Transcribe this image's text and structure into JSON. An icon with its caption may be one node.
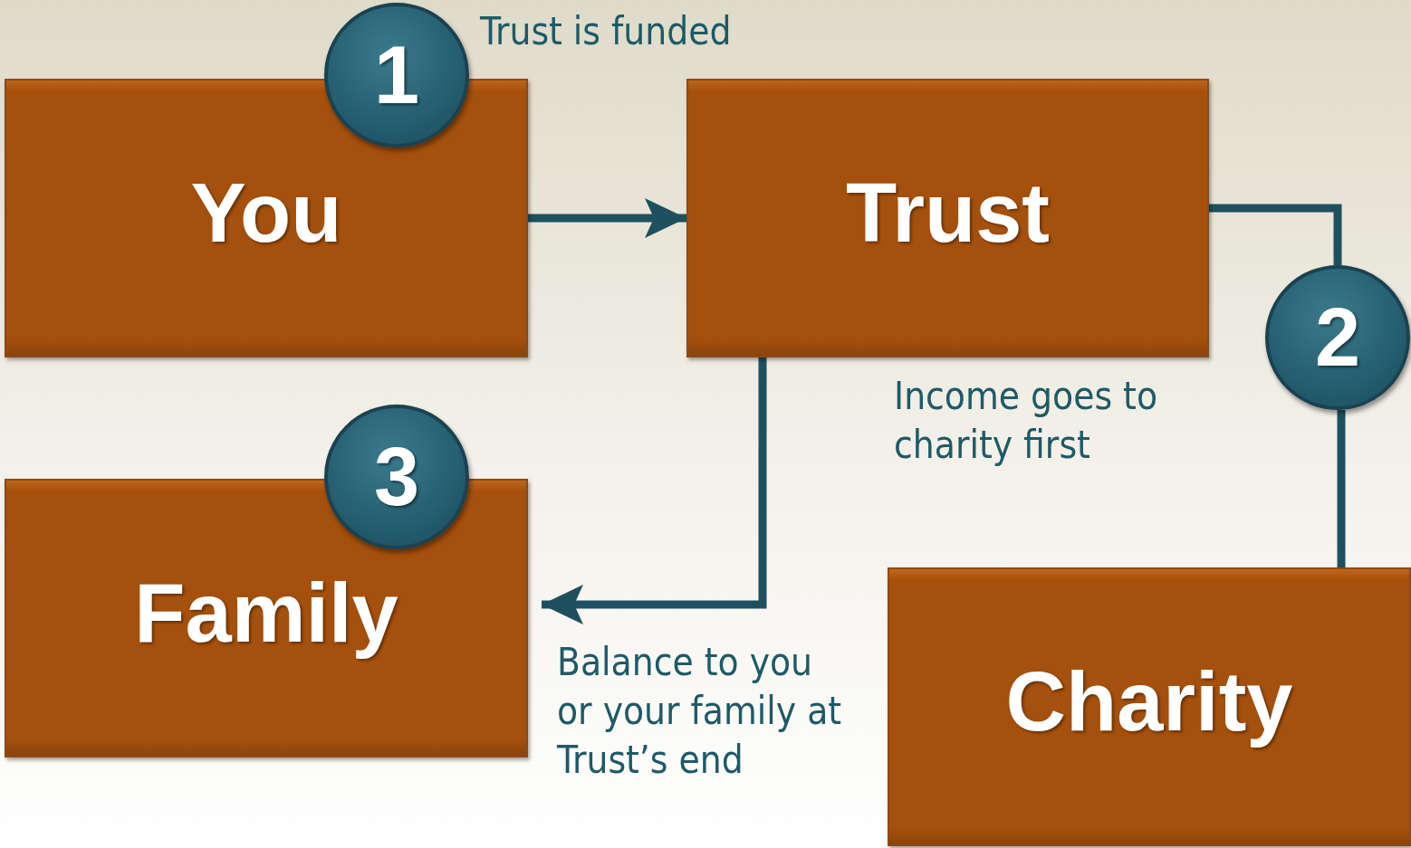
{
  "diagram": {
    "nodes": [
      {
        "text": [
          "You"
        ]
      },
      {
        "text": [
          "Trust"
        ]
      },
      {
        "text": [
          "Family"
        ]
      },
      {
        "text": [
          "Charity"
        ]
      },
      {
        "text": [
          "1"
        ]
      },
      {
        "text": [
          "2"
        ]
      },
      {
        "text": [
          "3"
        ]
      }
    ],
    "edges": [
      {
        "from": 0,
        "to": 1,
        "arrow": "to"
      },
      {
        "from": 1,
        "to": 2,
        "arrow": "to"
      },
      {
        "from": 1,
        "to": 5,
        "arrow": "none"
      },
      {
        "from": 5,
        "to": 3,
        "arrow": "none"
      }
    ],
    "labels": [
      "Trust is funded",
      "Income goes to charity first",
      "Balance to you or your family at Trust’s end"
    ]
  }
}
